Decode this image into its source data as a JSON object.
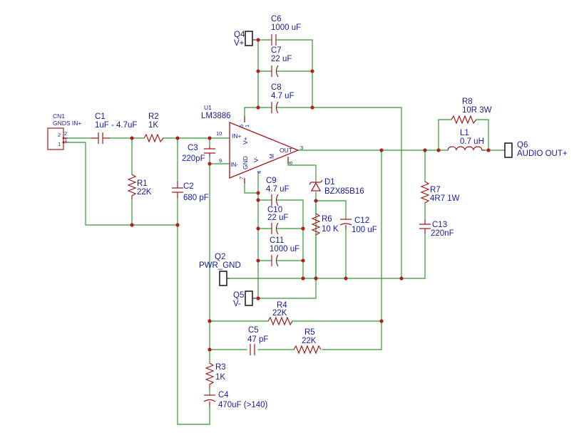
{
  "components": {
    "cn1": {
      "ref": "CN1",
      "label": "GNDS IN+",
      "pin2": "2",
      "pin1": "1"
    },
    "c1": {
      "ref": "C1",
      "value": "1uF - 4.7uF"
    },
    "r2": {
      "ref": "R2",
      "value": "1K"
    },
    "r1": {
      "ref": "R1",
      "value": "22K"
    },
    "c2": {
      "ref": "C2",
      "value": "680 pF"
    },
    "c3": {
      "ref": "C3",
      "value": "220pF"
    },
    "u1": {
      "ref": "U1",
      "value": "LM3886",
      "pin_in_plus": "IN+",
      "pin_in_minus": "IN-",
      "pin_gnd": "GND",
      "pin_vplus": "V+",
      "pin_vminus": "V-",
      "pin_out": "OUT",
      "pin_m": "M",
      "pn10": "10",
      "pn9": "9",
      "pn5": "5",
      "pn1": "1",
      "pn7": "7",
      "pn4": "4",
      "pn8": "8",
      "pn3": "3"
    },
    "q4": {
      "ref": "Q4",
      "label": "V+"
    },
    "c6": {
      "ref": "C6",
      "value": "1000 uF"
    },
    "c7": {
      "ref": "C7",
      "value": "22 uF"
    },
    "c8": {
      "ref": "C8",
      "value": "4.7 uF"
    },
    "c9": {
      "ref": "C9",
      "value": "4.7 uF"
    },
    "c10": {
      "ref": "C10",
      "value": "22 uF"
    },
    "c11": {
      "ref": "C11",
      "value": "1000 uF"
    },
    "d1": {
      "ref": "D1",
      "value": "BZX85B16"
    },
    "r6": {
      "ref": "R6",
      "value": "10 K"
    },
    "c12": {
      "ref": "C12",
      "value": "100 uF"
    },
    "q2": {
      "ref": "Q2",
      "label": "PWR_GND"
    },
    "q5": {
      "ref": "Q5",
      "label": "V-"
    },
    "r4": {
      "ref": "R4",
      "value": "22K"
    },
    "c5": {
      "ref": "C5",
      "value": "47 pF"
    },
    "r5": {
      "ref": "R5",
      "value": "22K"
    },
    "r3": {
      "ref": "R3",
      "value": "1K"
    },
    "c4": {
      "ref": "C4",
      "value": "470uF (>140)"
    },
    "r8": {
      "ref": "R8",
      "value": "10R 3W"
    },
    "l1": {
      "ref": "L1",
      "value": "0.7 uH"
    },
    "q6": {
      "ref": "Q6",
      "label": "AUDIO OUT+"
    },
    "r7": {
      "ref": "R7",
      "value": "4R7 1W"
    },
    "c13": {
      "ref": "C13",
      "value": "220nF"
    }
  },
  "colors": {
    "wire": "#2f9a35",
    "part": "#a11a1a",
    "text": "#1a1a99",
    "junction": "#b01e1e"
  }
}
